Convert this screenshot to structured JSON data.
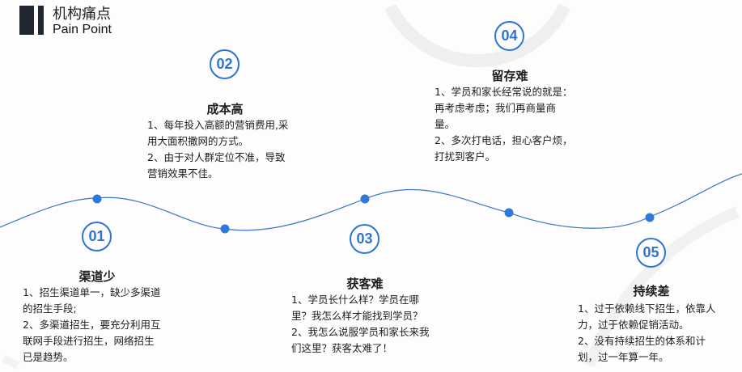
{
  "header": {
    "title_cn": "机构痛点",
    "title_en": "Pain Point"
  },
  "accent": "#2f74cf",
  "items": [
    {
      "num": "01",
      "title": "渠道少",
      "lines": [
        "1、招生渠道单一，缺少多渠道",
        "的招生手段;",
        "2、多渠道招生，要充分利用互",
        "联网手段进行招生，网络招生",
        "已是趋势。"
      ]
    },
    {
      "num": "02",
      "title": "成本高",
      "lines": [
        "1、每年投入高额的营销费用,采",
        "用大面积撒网的方式。",
        "2、由于对人群定位不准，导致",
        "营销效果不佳。"
      ]
    },
    {
      "num": "03",
      "title": "获客难",
      "lines": [
        "1、学员长什么样？学员在哪",
        "里？我怎么样才能找到学员？",
        "2、我怎么说服学员和家长来我",
        "们这里？获客太难了！"
      ]
    },
    {
      "num": "04",
      "title": "留存难",
      "lines": [
        "1、学员和家长经常说的就是：",
        "再考虑考虑；我们再商量商",
        "量。",
        "2、多次打电话，担心客户烦，",
        "打扰到客户。"
      ]
    },
    {
      "num": "05",
      "title": "持续差",
      "lines": [
        "1、过于依赖线下招生，依靠人",
        "力，过于依赖促销活动。",
        "2、没有持续招生的体系和计",
        "划，过一年算一年。"
      ]
    }
  ]
}
